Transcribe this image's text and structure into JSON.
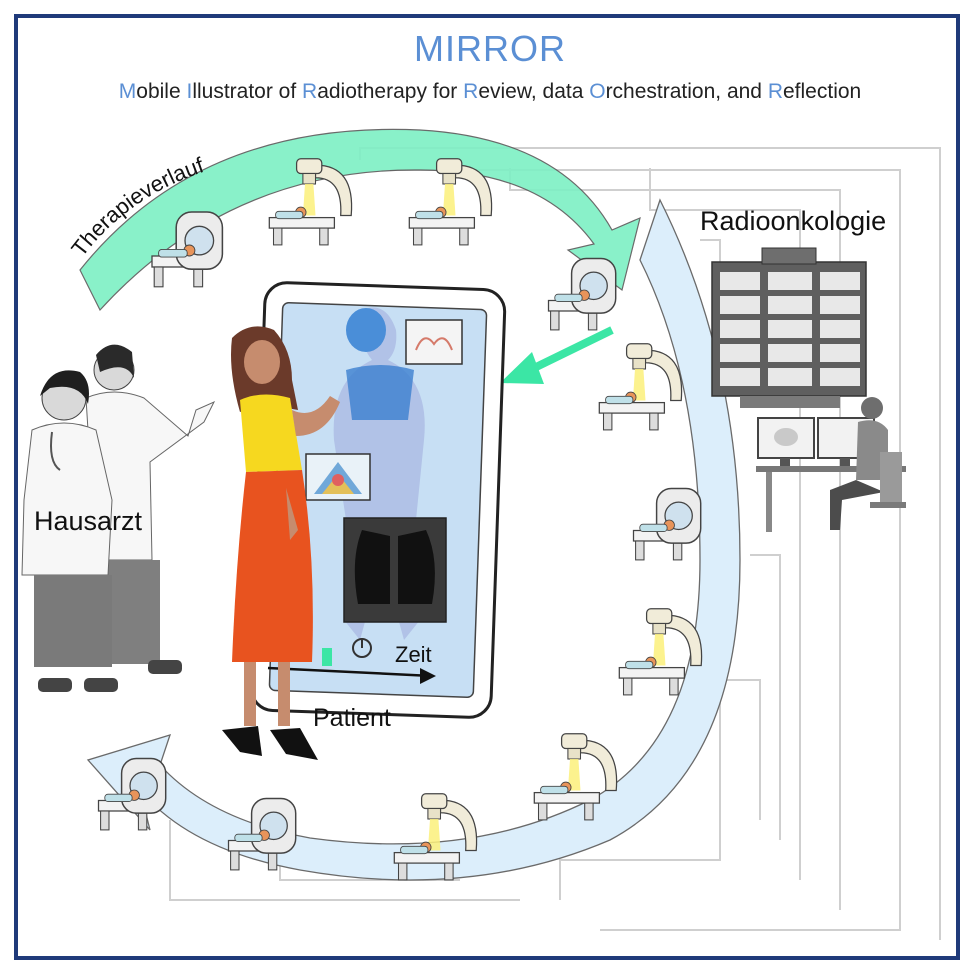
{
  "header": {
    "title": "MIRROR",
    "subtitle_parts": [
      {
        "t": "M",
        "hl": true
      },
      {
        "t": "obile ",
        "hl": false
      },
      {
        "t": "I",
        "hl": true
      },
      {
        "t": "llustrator of ",
        "hl": false
      },
      {
        "t": "R",
        "hl": true
      },
      {
        "t": "adiotherapy for ",
        "hl": false
      },
      {
        "t": "R",
        "hl": true
      },
      {
        "t": "eview, data ",
        "hl": false
      },
      {
        "t": "O",
        "hl": true
      },
      {
        "t": "rchestration, and ",
        "hl": false
      },
      {
        "t": "R",
        "hl": true
      },
      {
        "t": "eflection",
        "hl": false
      }
    ]
  },
  "labels": {
    "therapy_course": "Therapieverlauf",
    "radiology": "Radioonkologie",
    "gp": "Hausarzt",
    "patient": "Patient",
    "time": "Zeit"
  },
  "colors": {
    "frame": "#1f3a7a",
    "accent": "#5b8fd4",
    "arrow_green": "#7df0c4",
    "arrow_blue": "#dceefb",
    "dress": "#e8531f",
    "top": "#f6d81f"
  },
  "icons": [
    "ct-scanner-icon",
    "linac-icon",
    "server-rack-icon",
    "workstation-icon",
    "doctor-icon",
    "tablet-icon",
    "power-icon"
  ]
}
